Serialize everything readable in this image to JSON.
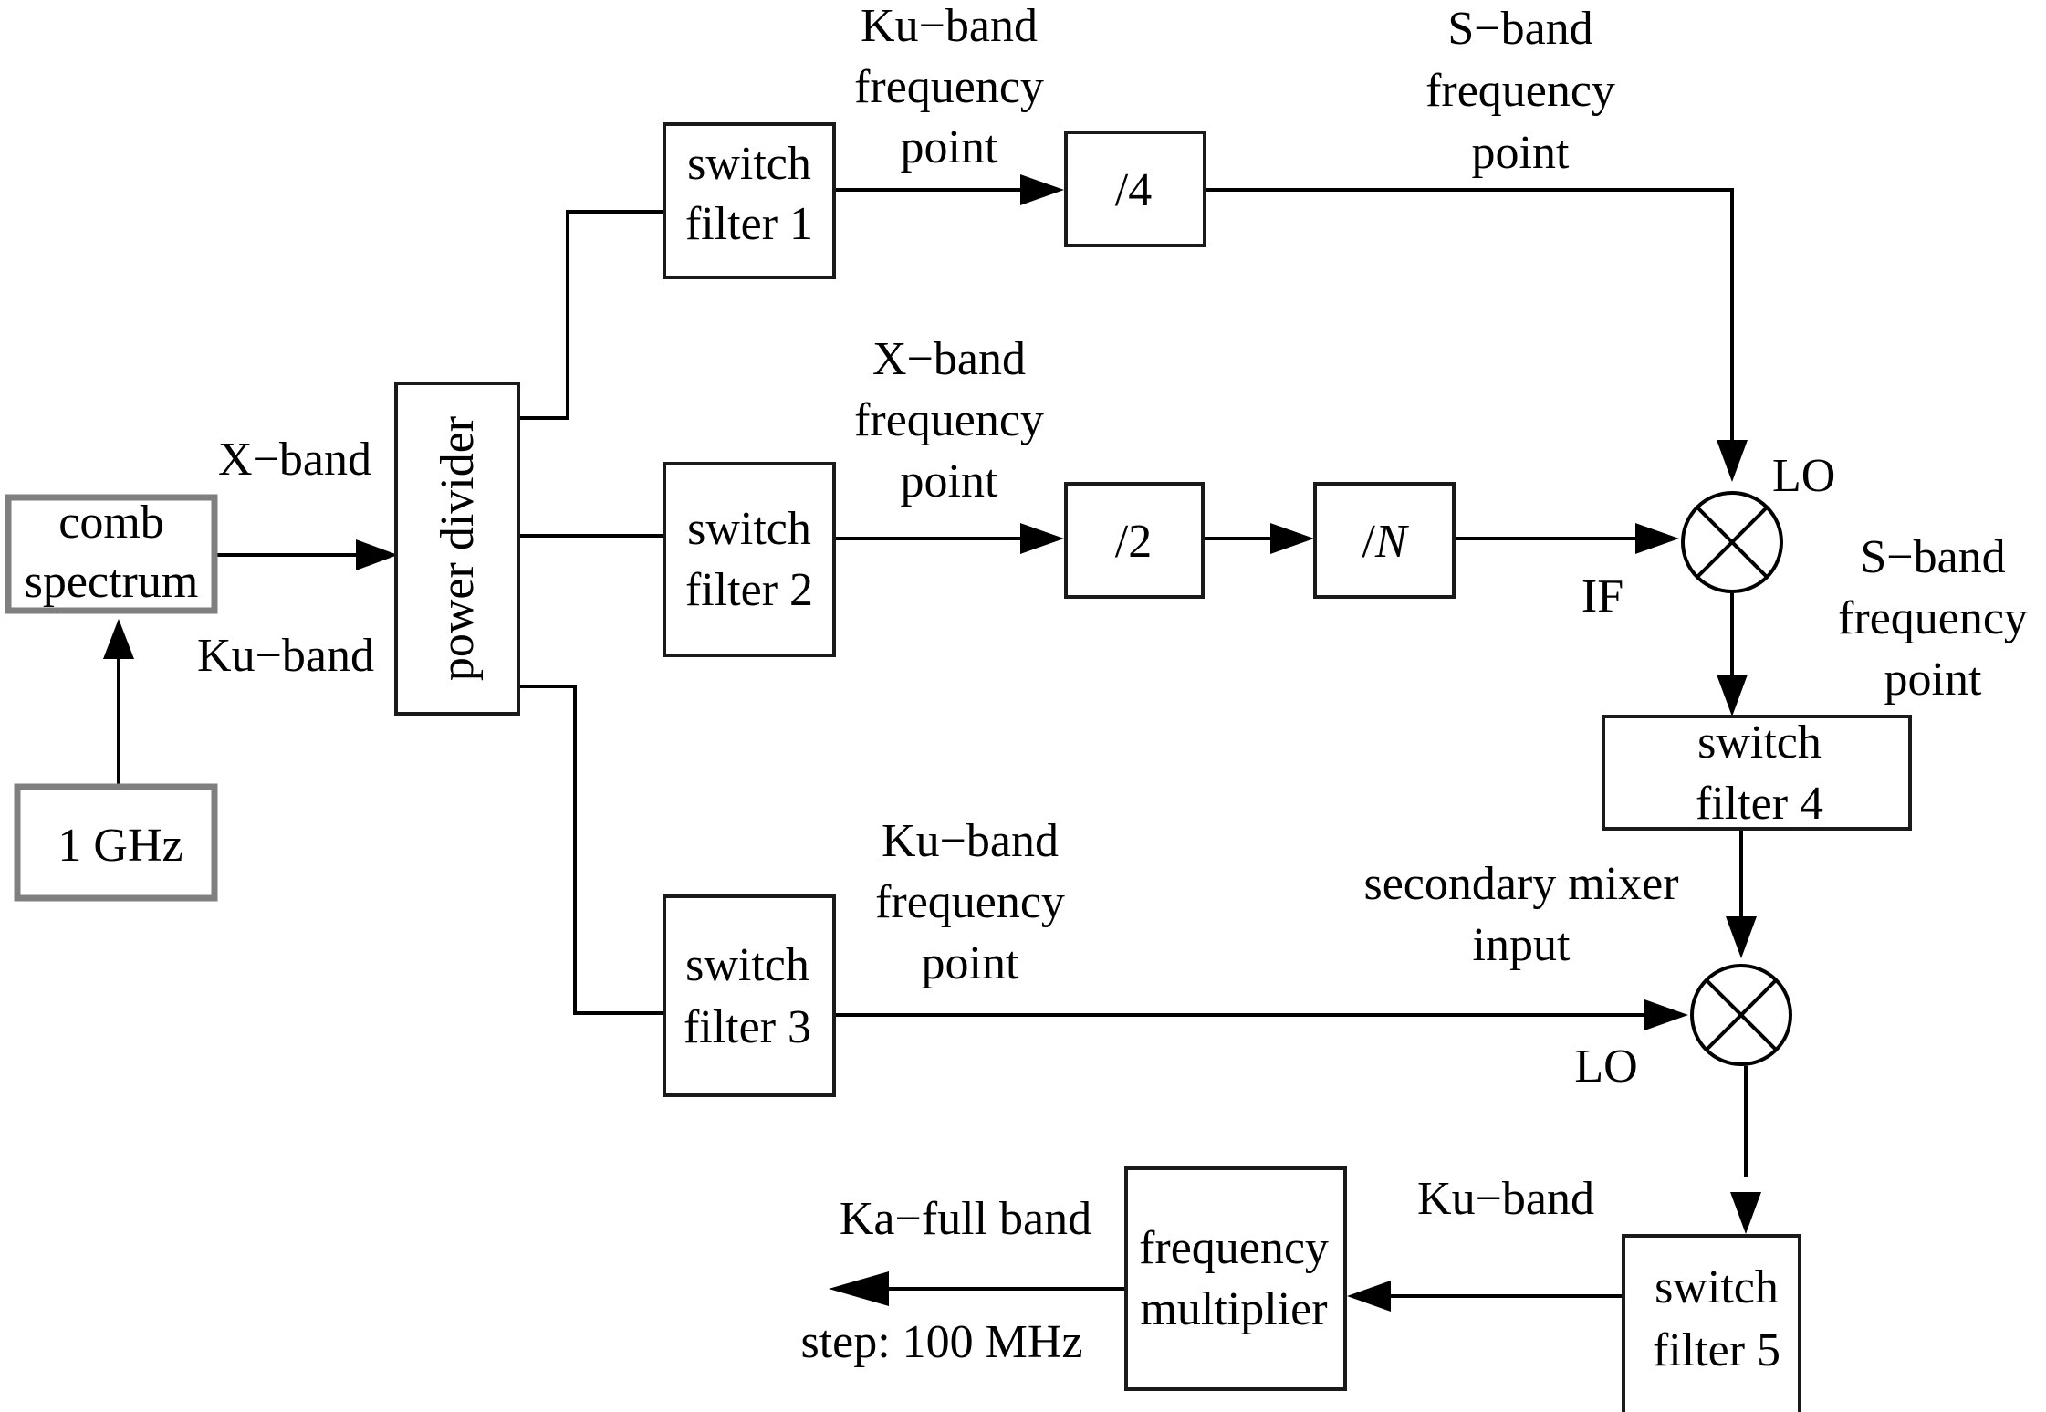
{
  "blocks": {
    "comb_spectrum": [
      "comb",
      "spectrum"
    ],
    "source_1ghz": "1 GHz",
    "power_divider": "power divider",
    "switch_filter_1": [
      "switch",
      "filter 1"
    ],
    "switch_filter_2": [
      "switch",
      "filter 2"
    ],
    "switch_filter_3": [
      "switch",
      "filter 3"
    ],
    "switch_filter_4": [
      "switch",
      "filter 4"
    ],
    "switch_filter_5": [
      "switch",
      "filter 5"
    ],
    "divider_4": "/4",
    "divider_2": "/2",
    "divider_n_slash": "/",
    "divider_n_var": "N",
    "frequency_multiplier": [
      "frequency",
      "multiplier"
    ]
  },
  "labels": {
    "x_band_input": "X−band",
    "ku_band_input": "Ku−band",
    "ku_band_point_top": [
      "Ku−band",
      "frequency",
      "point"
    ],
    "s_band_point_top": [
      "S−band",
      "frequency",
      "point"
    ],
    "x_band_point": [
      "X−band",
      "frequency",
      "point"
    ],
    "ku_band_point_bottom": [
      "Ku−band",
      "frequency",
      "point"
    ],
    "s_band_point_right": [
      "S−band",
      "frequency",
      "point"
    ],
    "lo_mixer_1": "LO",
    "if_mixer_1": "IF",
    "secondary_mixer_input": [
      "secondary mixer",
      "input"
    ],
    "lo_mixer_2": "LO",
    "ku_band_output": "Ku−band",
    "ka_full_band": "Ka−full band",
    "step": "step: 100 MHz"
  },
  "colors": {
    "line": "#000000",
    "box_border": "#1a1a1a",
    "input_box_border": "#7f7f7f",
    "background": "#ffffff"
  },
  "icons": {
    "mixer": "circle-x-mixer-icon",
    "arrow": "filled-triangle-arrowhead"
  }
}
